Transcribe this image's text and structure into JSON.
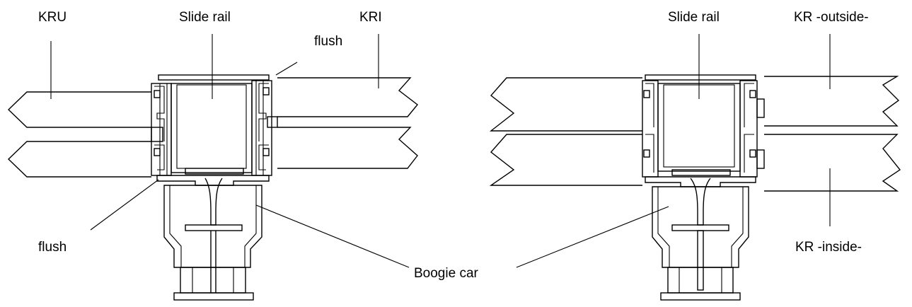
{
  "labels": {
    "kru": "KRU",
    "slide_rail_left": "Slide rail",
    "kri": "KRI",
    "flush_top": "flush",
    "flush_bottom": "flush",
    "boogie_car": "Boogie car",
    "slide_rail_right": "Slide rail",
    "kr_outside": "KR -outside-",
    "kr_inside": "KR -inside-"
  }
}
